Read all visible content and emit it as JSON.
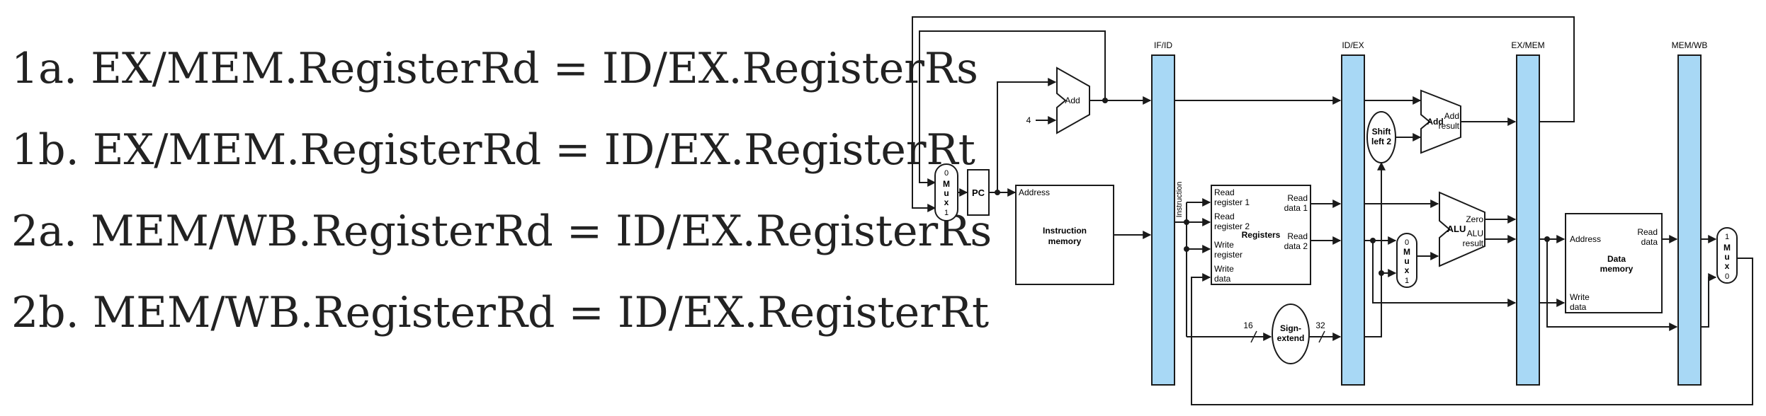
{
  "conditions": [
    "1a. EX/MEM.RegisterRd = ID/EX.RegisterRs",
    "1b. EX/MEM.RegisterRd = ID/EX.RegisterRt",
    "2a. MEM/WB.RegisterRd = ID/EX.RegisterRs",
    "2b. MEM/WB.RegisterRd = ID/EX.RegisterRt"
  ],
  "pipeline_registers": [
    "IF/ID",
    "ID/EX",
    "EX/MEM",
    "MEM/WB"
  ],
  "colors": {
    "pipeline_register": "#a8d8f5",
    "line": "#1a1a1a"
  },
  "mux_labels": {
    "zero": "0",
    "one": "1",
    "mux": [
      "M",
      "u",
      "x"
    ]
  },
  "pc": "PC",
  "constant_four": "4",
  "add_label": "Add",
  "instruction_memory": {
    "address": "Address",
    "title": [
      "Instruction",
      "memory"
    ]
  },
  "instruction_bus": "Instruction",
  "registers": {
    "read_register_1": [
      "Read",
      "register 1"
    ],
    "read_register_2": [
      "Read",
      "register 2"
    ],
    "write_register": [
      "Write",
      "register"
    ],
    "write_data": [
      "Write",
      "data"
    ],
    "read_data_1": [
      "Read",
      "data 1"
    ],
    "read_data_2": [
      "Read",
      "data 2"
    ],
    "title": "Registers"
  },
  "sign_extend": {
    "title": [
      "Sign-",
      "extend"
    ],
    "in_width": "16",
    "out_width": "32"
  },
  "shift_left": [
    "Shift",
    "left 2"
  ],
  "branch_adder": {
    "title": "Add",
    "result": [
      "Add",
      "result"
    ]
  },
  "alu": {
    "title": "ALU",
    "zero": "Zero",
    "result": [
      "ALU",
      "result"
    ]
  },
  "data_memory": {
    "address": "Address",
    "read_data": [
      "Read",
      "data"
    ],
    "write_data": [
      "Write",
      "data"
    ],
    "title": [
      "Data",
      "memory"
    ]
  }
}
